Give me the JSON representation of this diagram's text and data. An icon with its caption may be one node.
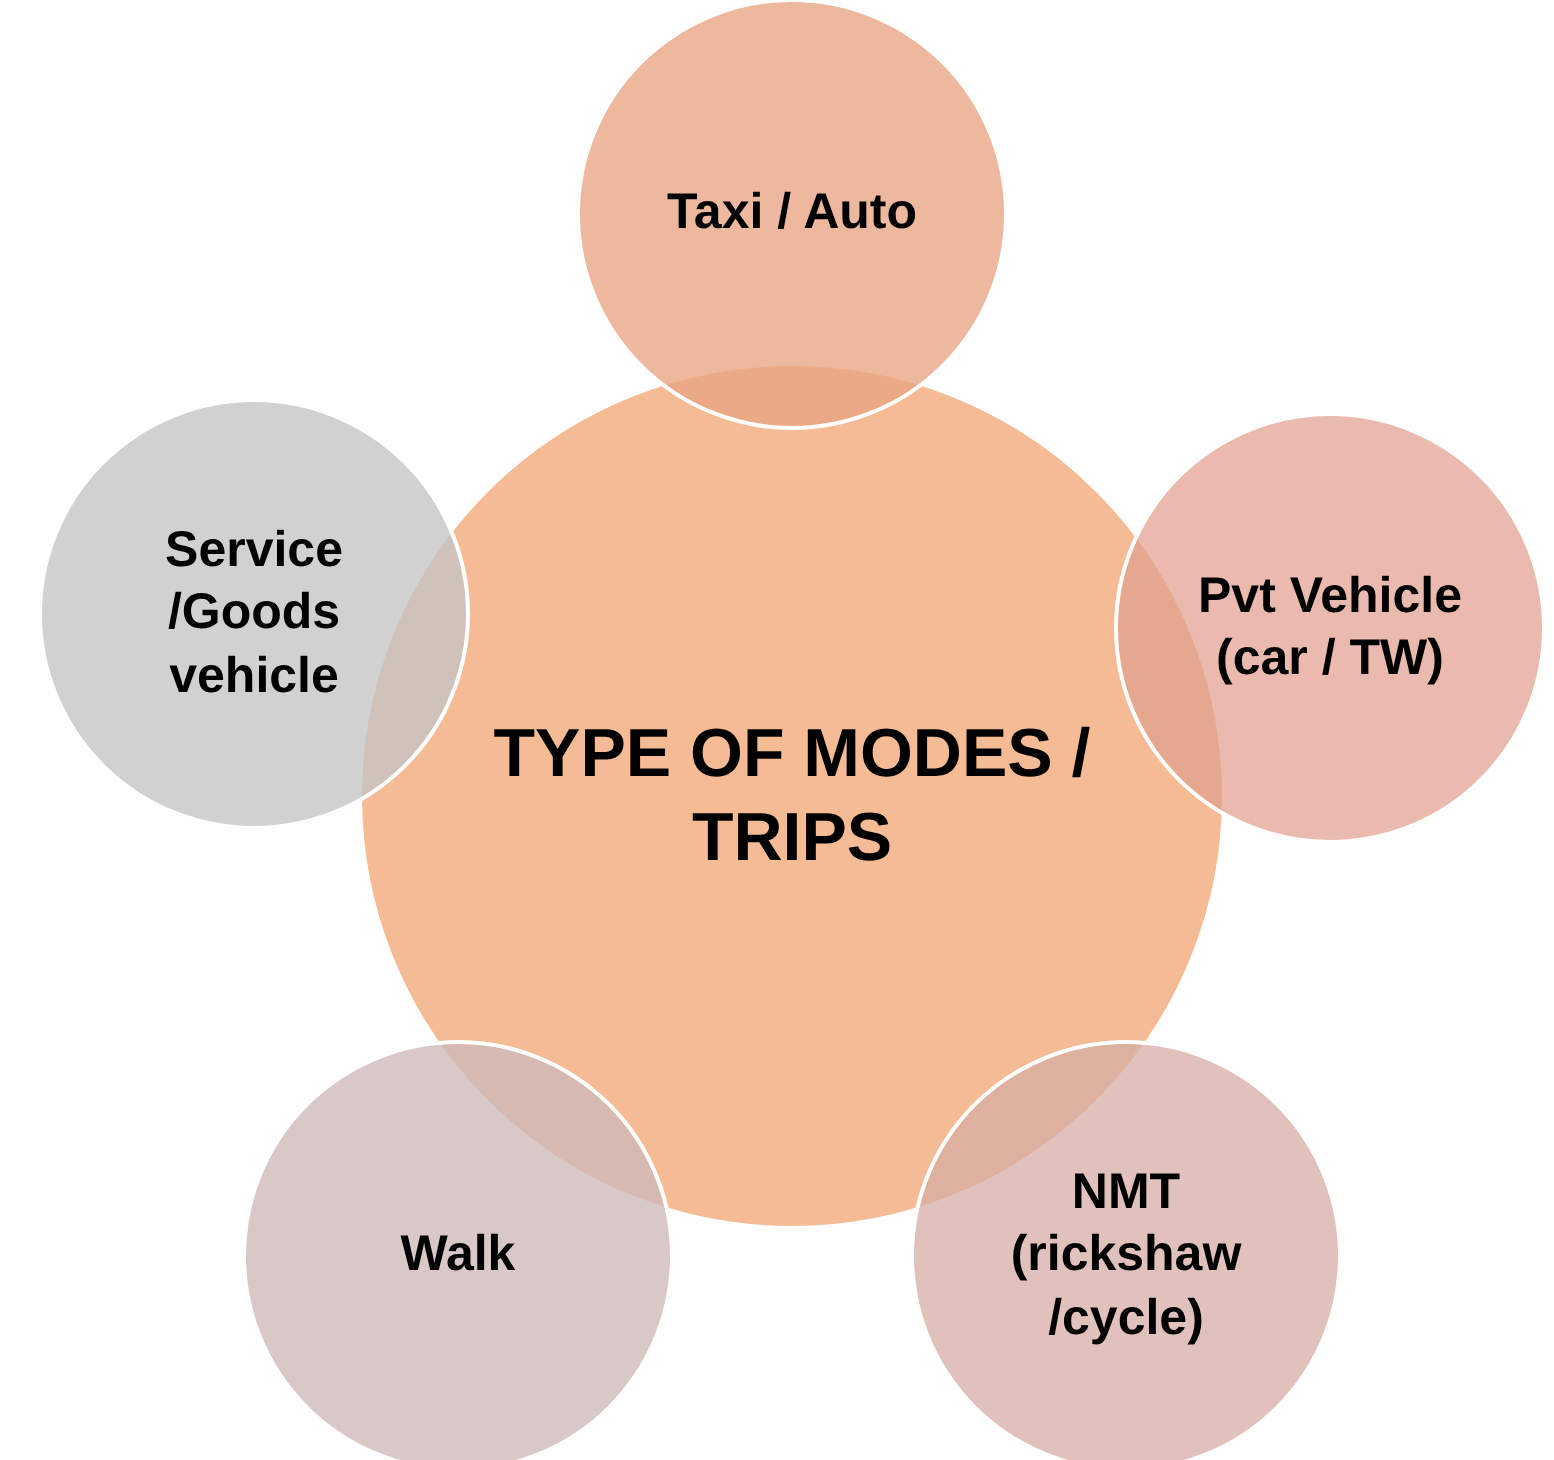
{
  "diagram": {
    "nodes": [
      {
        "text": [
          "TYPE OF MODES / TRIPS"
        ]
      },
      {
        "text": [
          "Taxi / Auto"
        ]
      },
      {
        "text": [
          "Pvt Vehicle (car / TW)"
        ]
      },
      {
        "text": [
          "NMT (rickshaw /cycle)"
        ]
      },
      {
        "text": [
          "Walk"
        ]
      },
      {
        "text": [
          "Service /Goods vehicle"
        ]
      }
    ]
  }
}
